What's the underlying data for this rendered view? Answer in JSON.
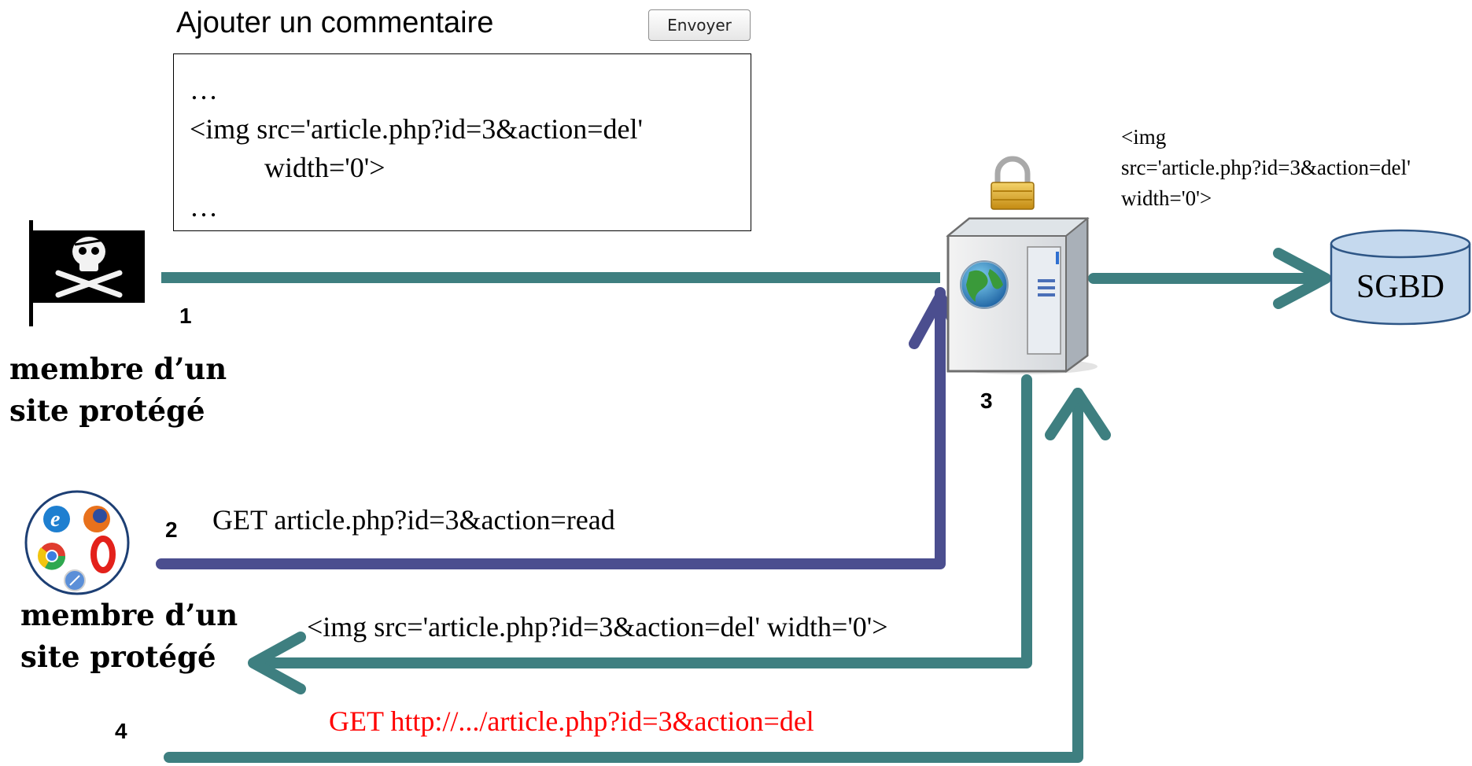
{
  "comment_form": {
    "title": "Ajouter un commentaire",
    "send_button": "Envoyer",
    "lines": [
      "…",
      "<img src='article.php?id=3&action=del'",
      "width='0'>",
      "…"
    ]
  },
  "attacker": {
    "step": "1",
    "label_line1": "membre d’un",
    "label_line2": "site protégé"
  },
  "victim": {
    "step": "2",
    "request": "GET  article.php?id=3&action=read",
    "label_line1": "membre d’un",
    "label_line2": "site protégé"
  },
  "server": {
    "step": "3",
    "response": "<img  src='article.php?id=3&action=del' width='0'>"
  },
  "database": {
    "label": "SGBD",
    "stored_line1": "<img",
    "stored_line2": "src='article.php?id=3&action=del'",
    "stored_line3": "width='0'>"
  },
  "forged_request": {
    "step": "4",
    "text": "GET http://.../article.php?id=3&action=del",
    "color": "#ff0000"
  },
  "colors": {
    "teal_arrow": "#3e7f80",
    "purple_arrow": "#4b4e8f",
    "db_fill": "#c5d9ee",
    "db_stroke": "#2e5686"
  },
  "icons": [
    "pirate-flag-icon",
    "browsers-icon",
    "lock-icon",
    "web-server-icon",
    "database-icon"
  ]
}
